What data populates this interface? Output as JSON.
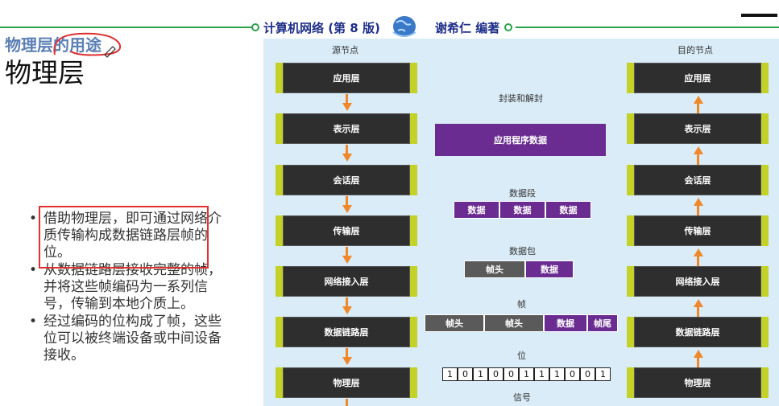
{
  "header": {
    "title": "计算机网络 (第 8 版)",
    "author": "谢希仁 编著"
  },
  "slide": {
    "section_title": "物理层的用途",
    "title": "物理层",
    "bullets": [
      "借助物理层，即可通过网络介质传输构成数据链路层帧的位。",
      "从数据链路层接收完整的帧，并将这些帧编码为一系列信号，传输到本地介质上。",
      "经过编码的位构成了帧，这些位可以被终端设备或中间设备接收。"
    ]
  },
  "diagram": {
    "source_label": "源节点",
    "dest_label": "目的节点",
    "encap_label": "封装和解封",
    "layers": [
      "应用层",
      "表示层",
      "会话层",
      "传输层",
      "网络接入层",
      "数据链路层",
      "物理层"
    ],
    "app_data": "应用程序数据",
    "segment_label": "数据段",
    "segment_cells": [
      "数据",
      "数据",
      "数据"
    ],
    "packet_label": "数据包",
    "packet_cells": [
      "帧头",
      "数据"
    ],
    "frame_label": "帧",
    "frame_cells": [
      "帧头",
      "帧头",
      "数据",
      "帧尾"
    ],
    "bits_label": "位",
    "bits": [
      "1",
      "0",
      "1",
      "0",
      "0",
      "1",
      "1",
      "1",
      "0",
      "0",
      "1"
    ],
    "signal_label": "信号"
  },
  "colors": {
    "accent_green": "#2aa14a",
    "header_blue": "#1e2e8a",
    "layer_bar": "#c3d128",
    "data_purple": "#6a2c91",
    "arrow_orange": "#f0882a",
    "highlight_red": "#e03030"
  }
}
